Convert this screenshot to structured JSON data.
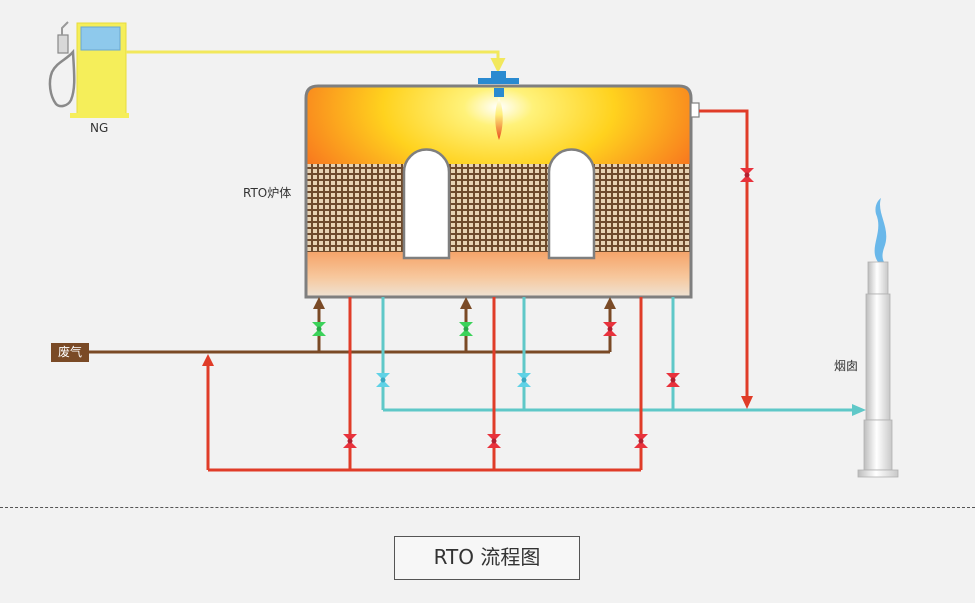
{
  "labels": {
    "ng": "NG",
    "rto_body": "RTO炉体",
    "waste_gas": "废气",
    "chimney": "烟囱"
  },
  "title": "RTO 流程图",
  "colors": {
    "background": "#f2f2f2",
    "gas_pump": "#f5ee5a",
    "gas_line": "#f2e85c",
    "waste_gas_line": "#7a4a26",
    "hot_gas_line": "#e03c28",
    "clean_gas_line": "#5fc8c8",
    "valve_open": "#3cd25a",
    "valve_closed": "#e8323c",
    "valve_clean": "#5fd2e6",
    "burner": "#2a8ad0",
    "furnace_border": "#7f7f7f",
    "chimney_flame": "#6ab8ea"
  },
  "icons": [
    "fuel-pump-icon",
    "fuel-nozzle-icon",
    "burner-icon",
    "flame-icon",
    "valve-icon",
    "chimney-icon"
  ]
}
